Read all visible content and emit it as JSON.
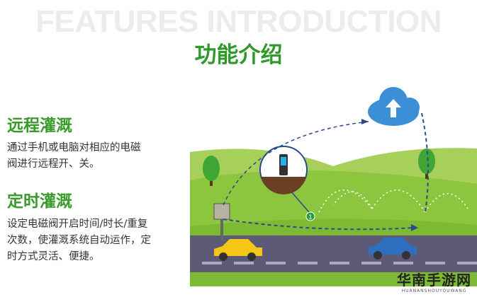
{
  "header": {
    "background_text": "FEATURES INTRODUCTION",
    "title": "功能介绍"
  },
  "features": [
    {
      "title": "远程灌溉",
      "lines": [
        "通过手机或电脑对相应的电磁",
        "阀进行远程开、关。"
      ]
    },
    {
      "title": "定时灌溉",
      "lines": [
        "设定电磁阀开启时间/时长/重复",
        "次数，使灌溉系统自动运作，定",
        "时方式灵活、便捷。"
      ]
    }
  ],
  "illustration": {
    "marker_label": "1",
    "colors": {
      "grass": "#8cc63f",
      "dark_grass": "#6aa32a",
      "road": "#5d5a77",
      "cloud": "#3a8fd6",
      "car_yellow": "#f5c518",
      "car_blue": "#2e6fc0",
      "path": "#2a4a8a"
    }
  },
  "watermark": {
    "text": "华南手游网",
    "subtext": "HUANANSHOUYOUWANG"
  }
}
